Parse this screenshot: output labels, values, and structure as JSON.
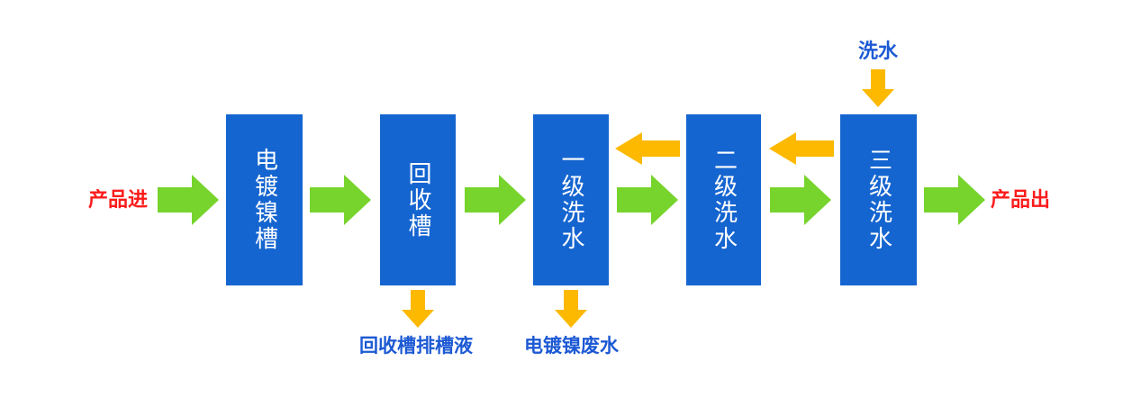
{
  "diagram": {
    "input_label": "产品进",
    "output_label": "产品出",
    "wash_water_inlet_label": "洗水",
    "boxes": [
      {
        "label": "电镀镍槽"
      },
      {
        "label": "回收槽"
      },
      {
        "label": "一级洗水"
      },
      {
        "label": "二级洗水"
      },
      {
        "label": "三级洗水"
      }
    ],
    "bottom_labels": [
      {
        "label": "回收槽排槽液"
      },
      {
        "label": "电镀镍废水"
      }
    ],
    "arrows": {
      "forward_flow_color_name": "green",
      "counterflow_and_drain_color_name": "yellow",
      "forward_count": 6,
      "counterflow_count": 2,
      "drain_count": 2,
      "inlet_count": 1
    }
  },
  "colors": {
    "box_blue": "#1565d0",
    "arrow_green": "#76d42c",
    "arrow_yellow": "#fcb900",
    "label_blue": "#1c59d4",
    "label_red": "#fc1b1b",
    "box_text": "#ffffff",
    "background": "#ffffff"
  }
}
